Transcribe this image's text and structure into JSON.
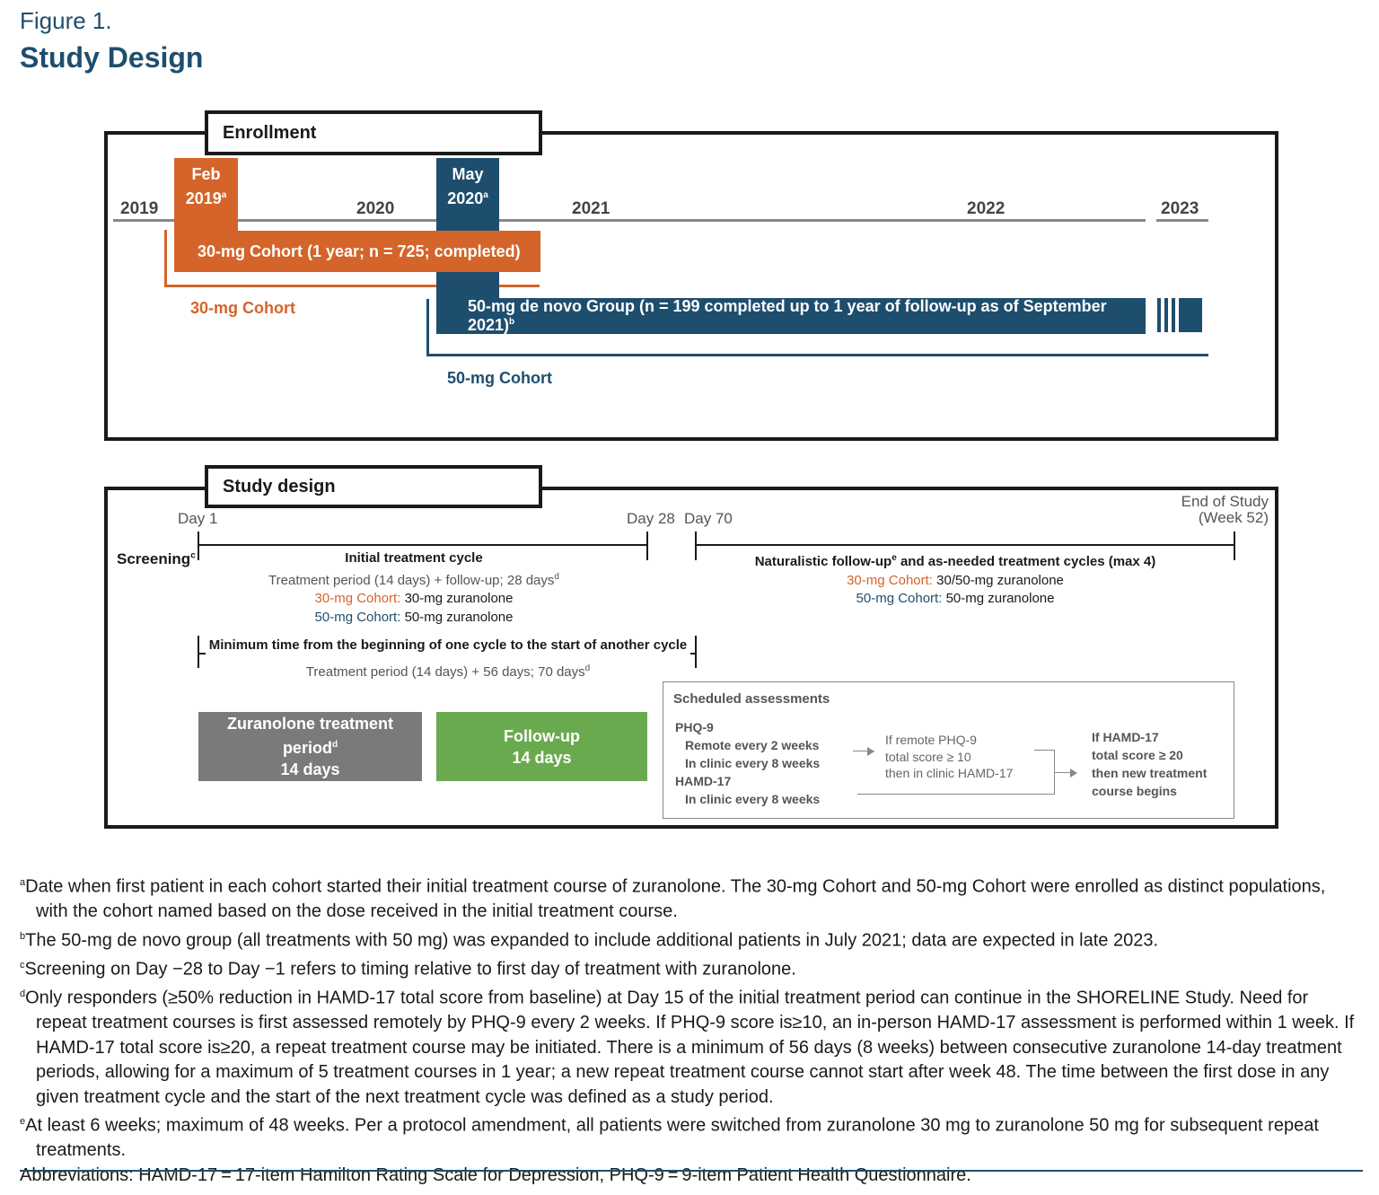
{
  "figure_label": "Figure 1.",
  "title": "Study Design",
  "enrollment": {
    "tab": "Enrollment",
    "years": [
      "2019",
      "2020",
      "2021",
      "2022",
      "2023"
    ],
    "feb_box": {
      "line1": "Feb",
      "line2": "2019",
      "sup": "a"
    },
    "may_box": {
      "line1": "May",
      "line2": "2020",
      "sup": "a"
    },
    "cohort30_bar": "30-mg Cohort (1 year; n = 725; completed)",
    "cohort30_label": "30-mg Cohort",
    "cohort50_bar": "50-mg de novo Group (n = 199 completed up to 1 year of follow-up as of September 2021)",
    "cohort50_bar_sup": "b",
    "cohort50_label": "50-mg Cohort",
    "colors": {
      "orange": "#d5642a",
      "blue": "#1e4e6e"
    }
  },
  "study_design": {
    "tab": "Study design",
    "day1": "Day 1",
    "day28": "Day 28",
    "day70": "Day 70",
    "end_line1": "End of Study",
    "end_line2": "(Week 52)",
    "screening": "Screening",
    "screening_sup": "c",
    "initial_title": "Initial treatment cycle",
    "initial_sub": "Treatment period (14 days) + follow-up; 28 days",
    "initial_sub_sup": "d",
    "c30_label": "30-mg Cohort:",
    "c30_initial": "30-mg zuranolone",
    "c50_label": "50-mg Cohort:",
    "c50_initial": "50-mg zuranolone",
    "nat_title_a": "Naturalistic follow-up",
    "nat_title_sup": "e",
    "nat_title_b": "and as-needed treatment cycles (max 4)",
    "c30_nat": "30/50-mg zuranolone",
    "c50_nat": "50-mg zuranolone",
    "min_title": "Minimum time from the beginning of one cycle to the start of another cycle",
    "min_sub": "Treatment period (14 days) + 56 days; 70 days",
    "min_sub_sup": "d",
    "treat_line1": "Zuranolone treatment period",
    "treat_sup": "d",
    "treat_line2": "14 days",
    "follow_line1": "Follow-up",
    "follow_line2": "14 days",
    "colors": {
      "treatment": "#7a7a7a",
      "followup": "#6aaa4e"
    }
  },
  "assessments": {
    "title": "Scheduled assessments",
    "phq9": "PHQ-9",
    "remote": "Remote every 2 weeks",
    "clinic1": "In clinic every 8 weeks",
    "hamd": "HAMD-17",
    "clinic2": "In clinic every 8 weeks",
    "if1_line1": "If remote PHQ-9",
    "if1_line2": "total score ≥ 10",
    "if1_line3": "then in clinic HAMD-17",
    "if2_line1": "If HAMD-17",
    "if2_line2": "total score ≥ 20",
    "if2_line3": "then new treatment",
    "if2_line4": "course begins"
  },
  "footnotes": [
    {
      "mark": "a",
      "text": "Date when first patient in each cohort started their initial treatment course of zuranolone. The 30-mg Cohort and 50-mg Cohort were enrolled as distinct populations, with the cohort named based on the dose received in the initial treatment course."
    },
    {
      "mark": "b",
      "text": "The 50-mg de novo group (all treatments with 50 mg) was expanded to include additional patients in July 2021; data are expected in late 2023."
    },
    {
      "mark": "c",
      "text": "Screening on Day −28 to Day −1 refers to timing relative to first day of treatment with zuranolone."
    },
    {
      "mark": "d",
      "text": "Only responders (≥50% reduction in HAMD-17 total score from baseline) at Day 15 of the initial treatment period can continue in the SHORELINE Study. Need for repeat treatment courses is first assessed remotely by PHQ-9 every 2 weeks. If PHQ-9 score is≥10, an in-person HAMD-17 assessment is performed within 1 week. If HAMD-17 total score is≥20, a repeat treatment course may be initiated. There is a minimum of 56 days (8 weeks) between consecutive zuranolone 14-day treatment periods, allowing for a maximum of 5 treatment courses in 1 year; a new repeat treatment course cannot start after week 48. The time between the first dose in any given treatment cycle and the start of the next treatment cycle was defined as a study period."
    },
    {
      "mark": "e",
      "text": "At least 6 weeks; maximum of 48 weeks. Per a protocol amendment, all patients were switched from zuranolone 30 mg to zuranolone 50 mg for subsequent repeat treatments."
    }
  ],
  "abbreviations": "Abbreviations: HAMD-17 = 17-item Hamilton Rating Scale for Depression, PHQ-9 = 9-item Patient Health Questionnaire."
}
